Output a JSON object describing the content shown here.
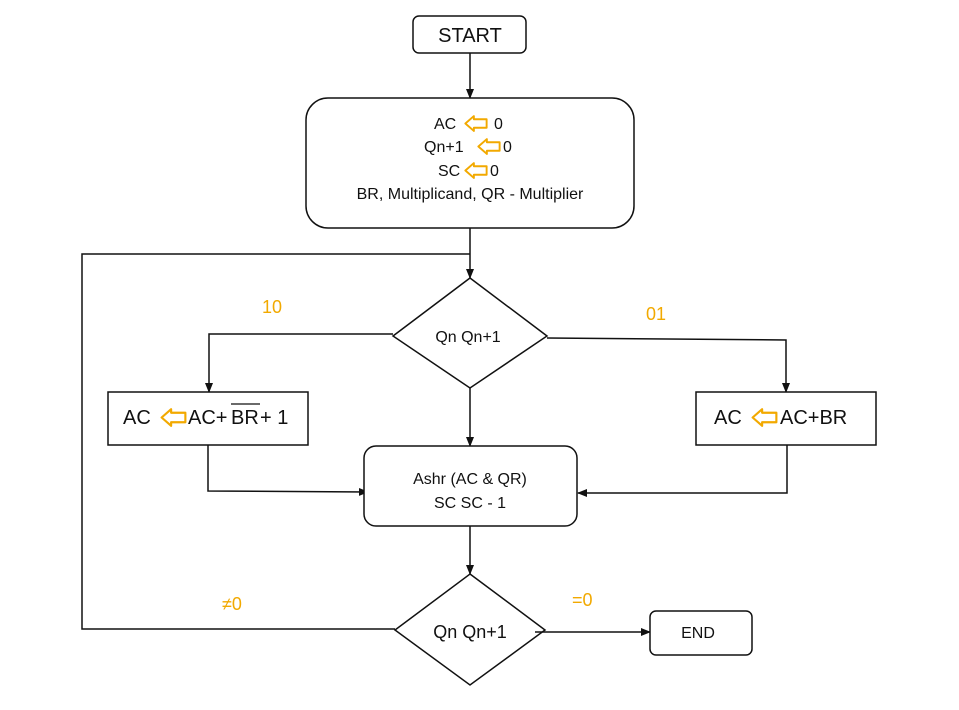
{
  "colors": {
    "stroke": "#111111",
    "arrow_icon": "#f2a900",
    "branch_label": "#f2a900"
  },
  "nodes": {
    "start": "START",
    "init": {
      "line1": "AC",
      "line1_val": "0",
      "line2": "Qn+1",
      "line2_val": "0",
      "line3": "SC",
      "line3_val": "0",
      "line4": "BR, Multiplicand, QR - Multiplier"
    },
    "decision1": "Qn Qn+1",
    "sub": {
      "lhs": "AC",
      "rhs_a": "AC+",
      "rhs_bar": "BR",
      "rhs_b": " + 1"
    },
    "add": {
      "lhs": "AC",
      "rhs": "AC+BR"
    },
    "shift": {
      "line1": "Ashr (AC & QR)",
      "line2": "SC SC - 1"
    },
    "decision2": "Qn Qn+1",
    "end": "END"
  },
  "branch_labels": {
    "ten": "10",
    "zero_one": "01",
    "not_zero": "≠0",
    "eq_zero": "=0"
  },
  "icons": {
    "assign": "assign-arrow-icon"
  }
}
